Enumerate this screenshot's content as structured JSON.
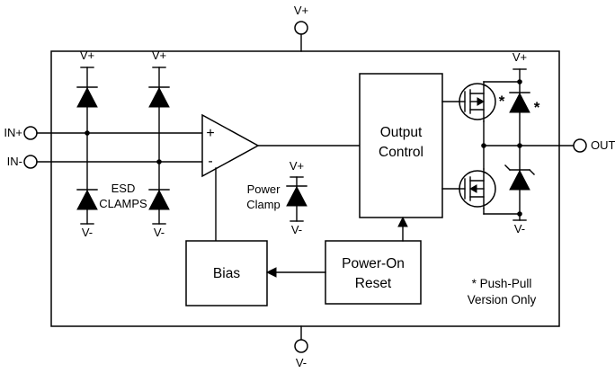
{
  "colors": {
    "line": "#000000",
    "background": "#ffffff"
  },
  "terminals": {
    "top_power": "V+",
    "bottom_power": "V-",
    "in_plus": "IN+",
    "in_minus": "IN-",
    "out": "OUT"
  },
  "rails": {
    "vplus": "V+",
    "vminus": "V-"
  },
  "esd_clamps": {
    "line1": "ESD",
    "line2": "CLAMPS"
  },
  "power_clamp": {
    "line1": "Power",
    "line2": "Clamp"
  },
  "comparator": {
    "noninverting": "+",
    "inverting": "-"
  },
  "blocks": {
    "output_control": {
      "line1": "Output",
      "line2": "Control"
    },
    "bias": {
      "label": "Bias"
    },
    "power_on_reset": {
      "line1": "Power-On",
      "line2": "Reset"
    }
  },
  "markers": {
    "asterisk": "*"
  },
  "footnote": {
    "line1": "* Push-Pull",
    "line2": "Version Only"
  }
}
